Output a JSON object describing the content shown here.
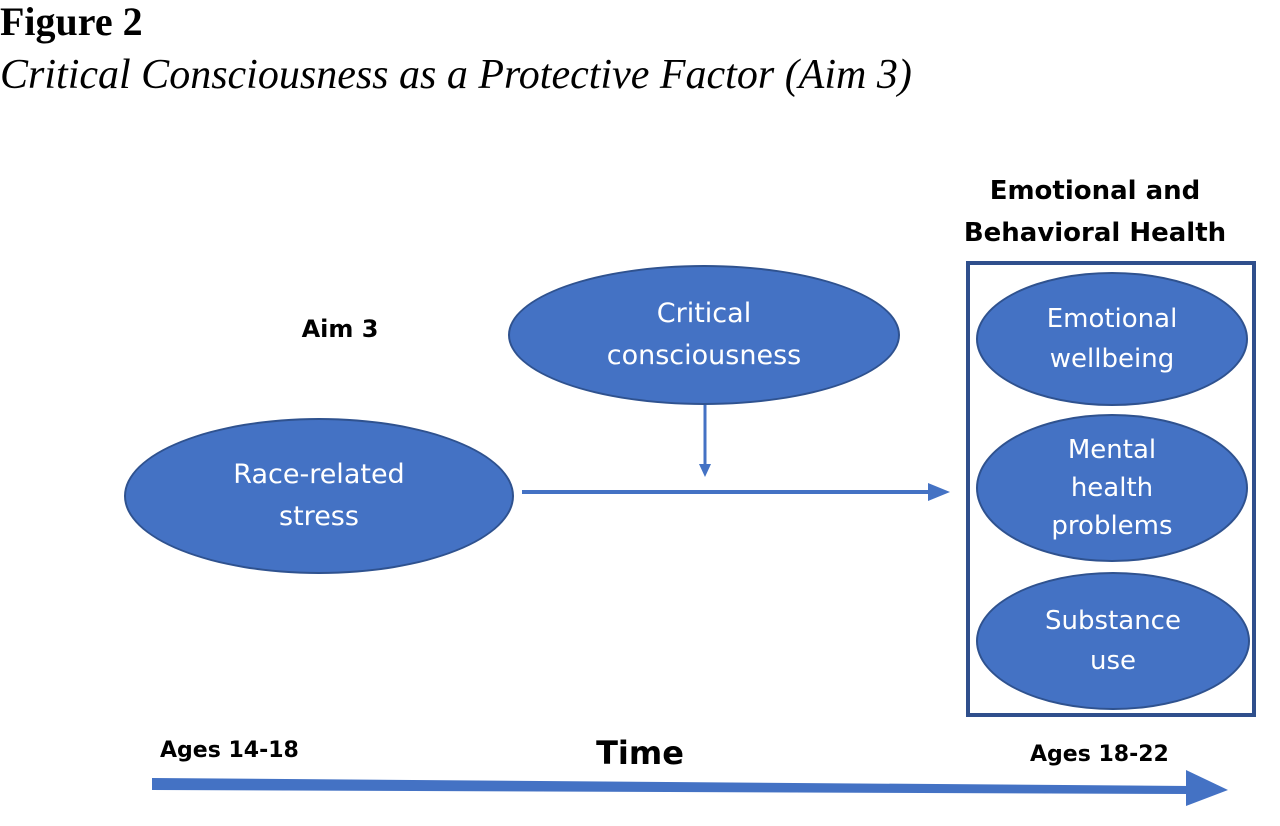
{
  "figure": {
    "number": "Figure 2",
    "caption": "Critical Consciousness as a Protective Factor (Aim 3)"
  },
  "diagram": {
    "aim_label": "Aim 3",
    "predictor": {
      "lines": [
        "Race-related",
        "stress"
      ]
    },
    "moderator": {
      "lines": [
        "Critical",
        "consciousness"
      ]
    },
    "outcome_group": {
      "title_lines": [
        "Emotional and",
        "Behavioral Health"
      ],
      "outcomes": [
        {
          "lines": [
            "Emotional",
            "wellbeing"
          ]
        },
        {
          "lines": [
            "Mental",
            "health",
            "problems"
          ]
        },
        {
          "lines": [
            "Substance",
            "use"
          ]
        }
      ]
    },
    "timeline": {
      "label": "Time",
      "start": "Ages 14-18",
      "end": "Ages 18-22"
    },
    "colors": {
      "node_fill": "#4472c4",
      "node_border": "#2f528f",
      "arrow": "#4472c4",
      "group_border": "#2f4f8c",
      "text_light": "#ffffff"
    }
  }
}
